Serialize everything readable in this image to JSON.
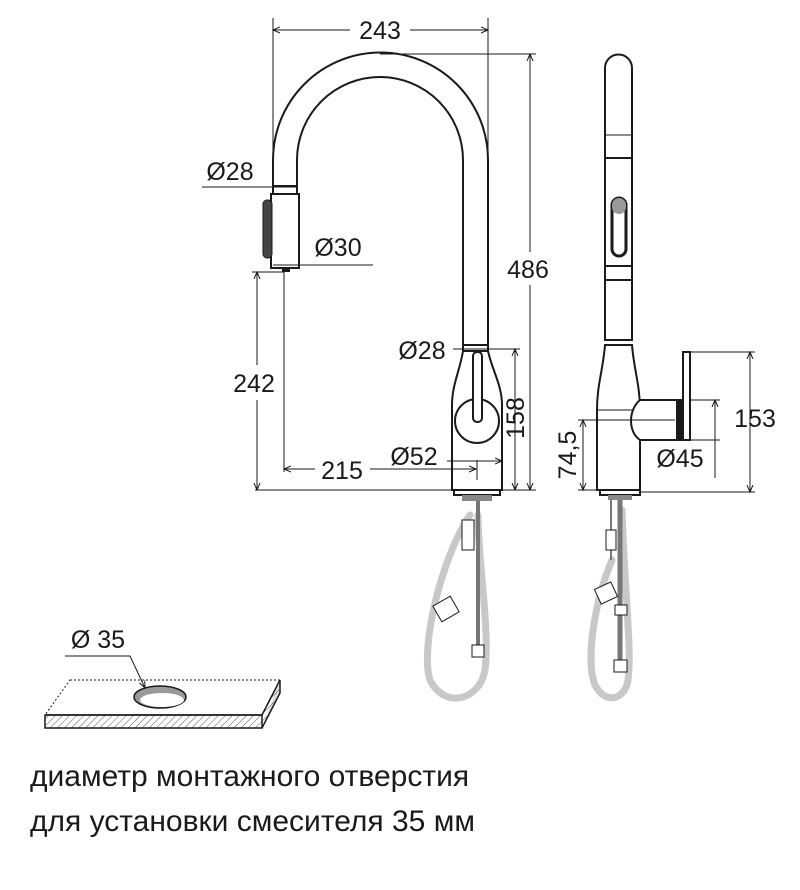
{
  "front_view": {
    "width_label": "243",
    "height_label": "486",
    "spout_diameter_top_label": "Ø28",
    "handshower_diameter_label": "Ø30",
    "spout_height_label": "242",
    "reach_label": "215",
    "body_diameter_label": "Ø52",
    "spout_diameter_bottom_label": "Ø28",
    "body_height_label": "158"
  },
  "side_view": {
    "lever_height_label": "153",
    "lever_diameter_label": "Ø45",
    "lever_axis_height_label": "74,5"
  },
  "mounting_hole": {
    "diameter_label": "Ø 35",
    "caption_line1": "диаметр монтажного отверстия",
    "caption_line2": "для установки смесителя 35 мм"
  }
}
